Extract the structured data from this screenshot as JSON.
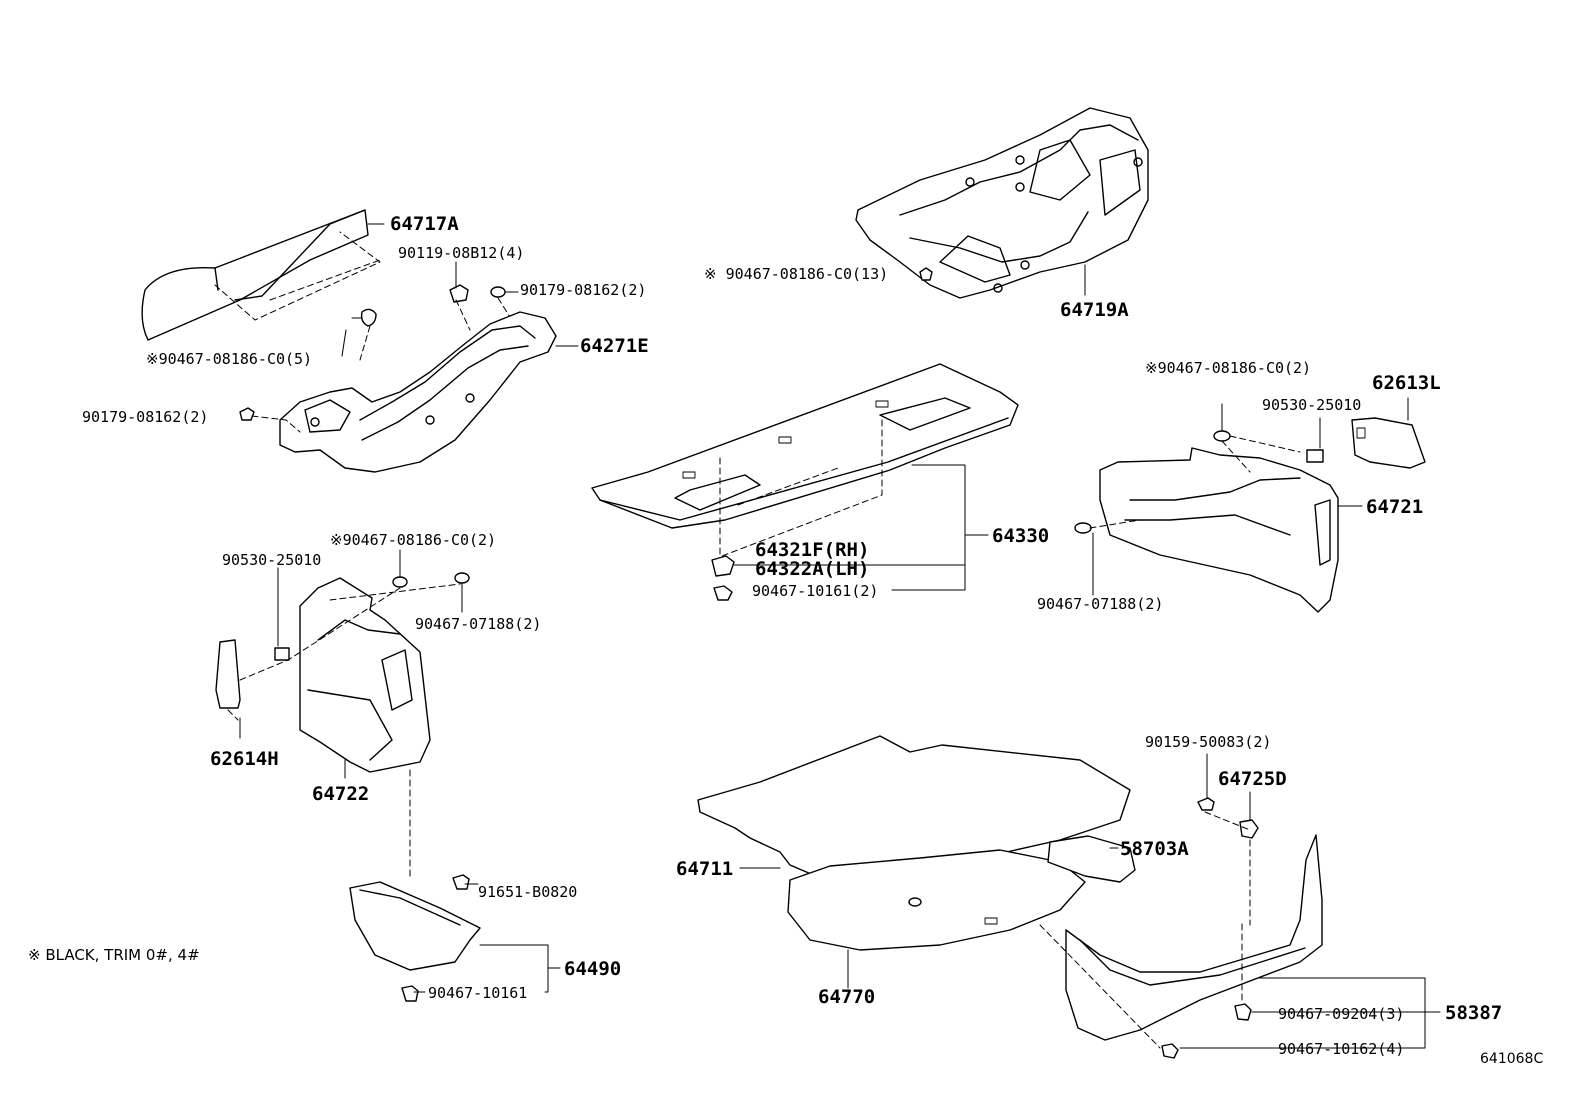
{
  "diagram": {
    "figure_code": "641068C",
    "note": "※ BLACK, TRIM 0#, 4#",
    "parts": {
      "p64717A": "64717A",
      "p90119_08B12": "90119-08B12(4)",
      "p90179_08162_top": "90179-08162(2)",
      "p90467_08186_C0_5": "※90467-08186-C0(5)",
      "p64271E": "64271E",
      "p90179_08162_left": "90179-08162(2)",
      "p90467_08186_C0_13": "※ 90467-08186-C0(13)",
      "p64719A": "64719A",
      "p90467_08186_C0_2_right": "※90467-08186-C0(2)",
      "p62613L": "62613L",
      "p90530_25010_right": "90530-25010",
      "p64721": "64721",
      "p90467_07188_right": "90467-07188(2)",
      "p64330": "64330",
      "p64321F": "64321F(RH)",
      "p64322A": "64322A(LH)",
      "p90467_10161_2": "90467-10161(2)",
      "p90467_08186_C0_2_left": "※90467-08186-C0(2)",
      "p90530_25010_left": "90530-25010",
      "p90467_07188_left": "90467-07188(2)",
      "p62614H": "62614H",
      "p64722": "64722",
      "p91651_B0820": "91651-B0820",
      "p64490": "64490",
      "p90467_10161": "90467-10161",
      "p90159_50083": "90159-50083(2)",
      "p64725D": "64725D",
      "p58703A": "58703A",
      "p64711": "64711",
      "p64770": "64770",
      "p58387": "58387",
      "p90467_09204": "90467-09204(3)",
      "p90467_10162": "90467-10162(4)"
    }
  }
}
